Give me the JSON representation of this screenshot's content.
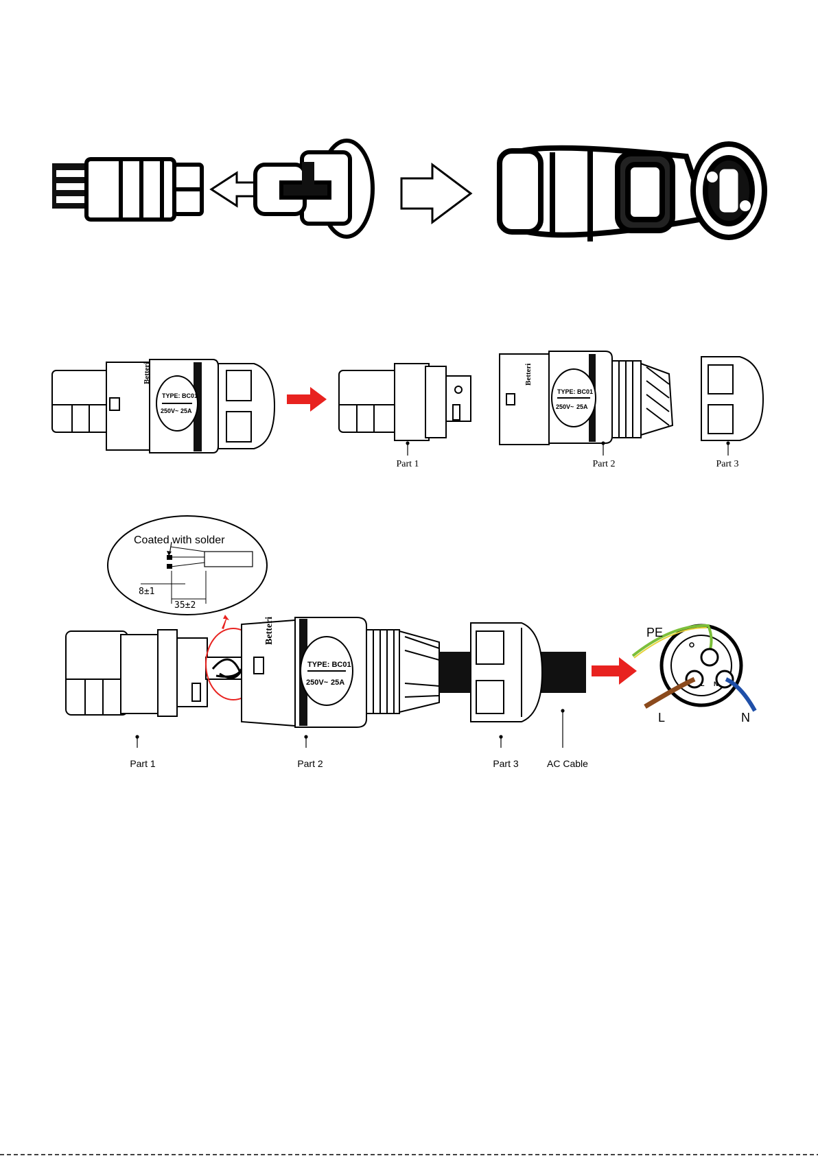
{
  "top_row": {
    "arrow_left": "outline-arrow-left",
    "arrow_right": "outline-arrow-right"
  },
  "middle_row": {
    "connector_label": {
      "brand": "Betteri",
      "type": "TYPE: BC01",
      "rating_v": "250V~",
      "rating_a": "25A"
    },
    "parts": [
      "Part 1",
      "Part 2",
      "Part 3"
    ]
  },
  "bottom_row": {
    "callout_title": "Coated with solder",
    "dim_strip": "8±1",
    "dim_total": "35±2",
    "connector_label": {
      "brand": "Betteri",
      "type": "TYPE: BC01",
      "rating_v": "250V~",
      "rating_a": "25A"
    },
    "parts": [
      "Part 1",
      "Part 2",
      "Part 3",
      "AC Cable"
    ],
    "wiring": {
      "pe": "PE",
      "l": "L",
      "n": "N",
      "pin_l": "L",
      "pin_n": "N"
    }
  },
  "colors": {
    "red_arrow": "#e8221f",
    "wire_pe_green": "#7cbf3a",
    "wire_pe_yellow": "#e6d23a",
    "wire_l": "#8b4a1c",
    "wire_n": "#1f4fa8",
    "cable": "#111111"
  }
}
